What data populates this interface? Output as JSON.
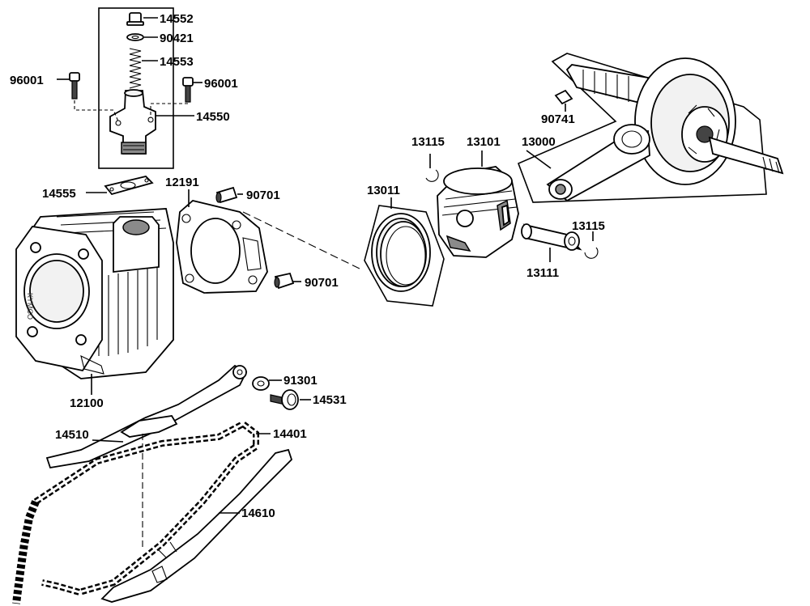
{
  "part_labels": {
    "p14552": "14552",
    "p90421": "90421",
    "p14553": "14553",
    "p96001_left": "96001",
    "p96001_right": "96001",
    "p14550": "14550",
    "p14555": "14555",
    "p12191": "12191",
    "p90701_top": "90701",
    "p90701_bottom": "90701",
    "p13011": "13011",
    "p13115_top": "13115",
    "p13101": "13101",
    "p13000": "13000",
    "p90741": "90741",
    "p13115_right": "13115",
    "p13111": "13111",
    "p12100": "12100",
    "p91301": "91301",
    "p14531": "14531",
    "p14510": "14510",
    "p14401": "14401",
    "p14610": "14610"
  },
  "cylinder_brand": "KYMCO"
}
